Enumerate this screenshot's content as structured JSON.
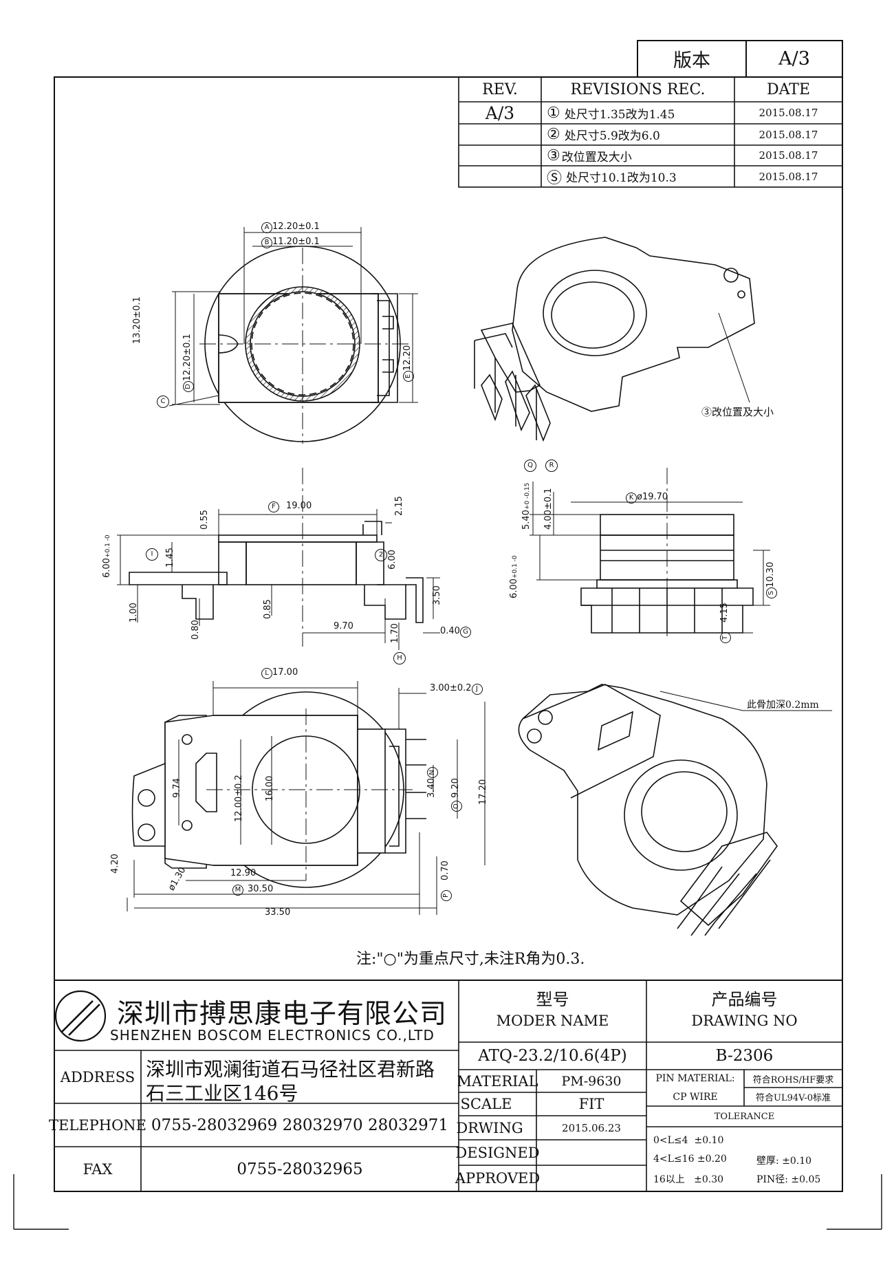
{
  "version_box": {
    "label": "版本",
    "value": "A/3"
  },
  "revisions": {
    "headers": {
      "rev": "REV.",
      "rec": "REVISIONS REC.",
      "date": "DATE"
    },
    "rev_value": "A/3",
    "rows": [
      {
        "mark": "①",
        "text": "处尺寸1.35改为1.45",
        "date": "2015.08.17"
      },
      {
        "mark": "②",
        "text": "处尺寸5.9改为6.0",
        "date": "2015.08.17"
      },
      {
        "mark": "③",
        "text": "改位置及大小",
        "date": "2015.08.17"
      },
      {
        "mark": "Ⓢ",
        "text": "处尺寸10.1改为10.3",
        "date": "2015.08.17"
      }
    ]
  },
  "view1_dims": {
    "A": "12.20±0.1",
    "B": "11.20±0.1",
    "C": "13.20±0.1",
    "D": "12.20±0.1",
    "E": "12.20",
    "mA": "A",
    "mB": "B",
    "mC": "C",
    "mD": "D",
    "mE": "E"
  },
  "iso_top_note": "③改位置及大小",
  "side_view_dims": {
    "F": "19.00",
    "d215": "2.15",
    "d055": "0.55",
    "d145": "1.45",
    "d600a": "6.00",
    "d600a_tol": "+0.1 -0",
    "d600b": "6.00",
    "d100": "1.00",
    "d080": "0.80",
    "d085": "0.85",
    "d970": "9.70",
    "d350": "3.50",
    "d170": "1.70",
    "d040": "0.40",
    "mF": "F",
    "mI": "I",
    "m2": "2",
    "mG": "G",
    "mH": "H"
  },
  "front_view_dims": {
    "Q": "5.40",
    "Q_tol": "+0 -0.15",
    "R": "4.00±0.1",
    "K": "ø19.70",
    "d600": "6.00",
    "d600_tol": "+0.1 -0",
    "S": "10.30",
    "T": "4.15",
    "mQ": "Q",
    "mR": "R",
    "mK": "K",
    "mS": "S",
    "mT": "T"
  },
  "bottom_view_dims": {
    "L": "17.00",
    "J": "3.00±0.2",
    "d974": "9.74",
    "d1200": "12.00±0.2",
    "d1600": "16.00",
    "N": "3.40",
    "O": "9.20",
    "d1720": "17.20",
    "d420": "4.20",
    "d130": "ø1.30",
    "d1290": "12.90",
    "M": "30.50",
    "d3350": "33.50",
    "P": "0.70",
    "mL": "L",
    "mJ": "J",
    "mN": "N",
    "mO": "O",
    "mM": "M",
    "mP": "P"
  },
  "iso_bottom_note": "此骨加深0.2mm",
  "note": "注:\"○\"为重点尺寸,未注R角为0.3.",
  "title_block": {
    "company_cn": "深圳市搏思康电子有限公司",
    "company_en": "SHENZHEN BOSCOM ELECTRONICS CO.,LTD",
    "address_label": "ADDRESS",
    "address_line1": "深圳市观澜街道石马径社区君新路",
    "address_line2": "石三工业区146号",
    "telephone_label": "TELEPHONE",
    "telephone": "0755-28032969 28032970 28032971",
    "fax_label": "FAX",
    "fax": "0755-28032965",
    "model_label_cn": "型号",
    "model_label_en": "MODER NAME",
    "model": "ATQ-23.2/10.6(4P)",
    "drawing_label_cn": "产品编号",
    "drawing_label_en": "DRAWING NO",
    "drawing_no": "B-2306",
    "material_label": "MATERIAL",
    "material": "PM-9630",
    "scale_label": "SCALE",
    "scale": "FIT",
    "drwing_label": "DRWING",
    "drwing_date": "2015.06.23",
    "designed_label": "DESIGNED",
    "approved_label": "APPROVED",
    "pin_material_label": "PIN MATERIAL:",
    "pin_material_value": "符合ROHS/HF要求",
    "cp_wire_label": "CP WIRE",
    "cp_wire_value": "符合UL94V-0标准",
    "tolerance_label": "TOLERANCE",
    "tol1": "0<L≤4  ±0.10",
    "tol2": "4<L≤16 ±0.20",
    "tol3": "16以上   ±0.30",
    "wall_label": "壁厚:",
    "wall_value": "±0.10",
    "pin_label": "PIN径:",
    "pin_value": "±0.05"
  }
}
